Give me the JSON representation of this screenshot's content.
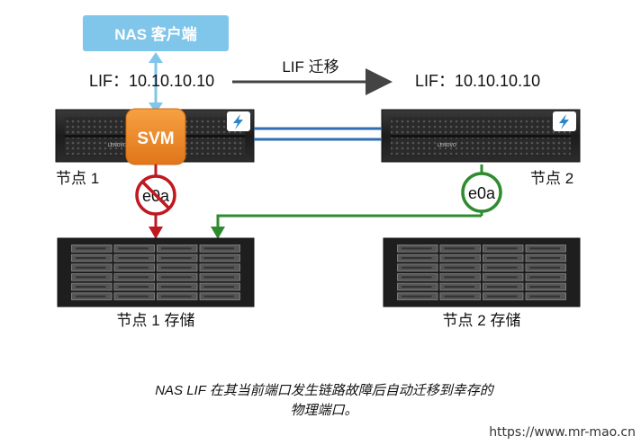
{
  "diagram": {
    "nas_client_label": "NAS 客户端",
    "lif_left": "LIF：10.10.10.10",
    "lif_migration": "LIF 迁移",
    "lif_right": "LIF：10.10.10.10",
    "svm_label": "SVM",
    "node1_label": "节点 1",
    "node2_label": "节点 2",
    "port_left": "e0a",
    "port_right": "e0a",
    "storage1_label": "节点 1 存储",
    "storage2_label": "节点 2 存储",
    "controller_brand": "LENOVO",
    "colors": {
      "client_box": "#7fc6ea",
      "svm": "#f08a1e",
      "failed_path": "#c0181f",
      "active_path": "#2e8b2e",
      "interconnect": "#2e6db4",
      "lif_arrow": "#444444"
    }
  },
  "caption": {
    "line1": "NAS LIF 在其当前端口发生链路故障后自动迁移到幸存的",
    "line2": "物理端口。"
  },
  "watermark": "https://www.mr-mao.cn"
}
